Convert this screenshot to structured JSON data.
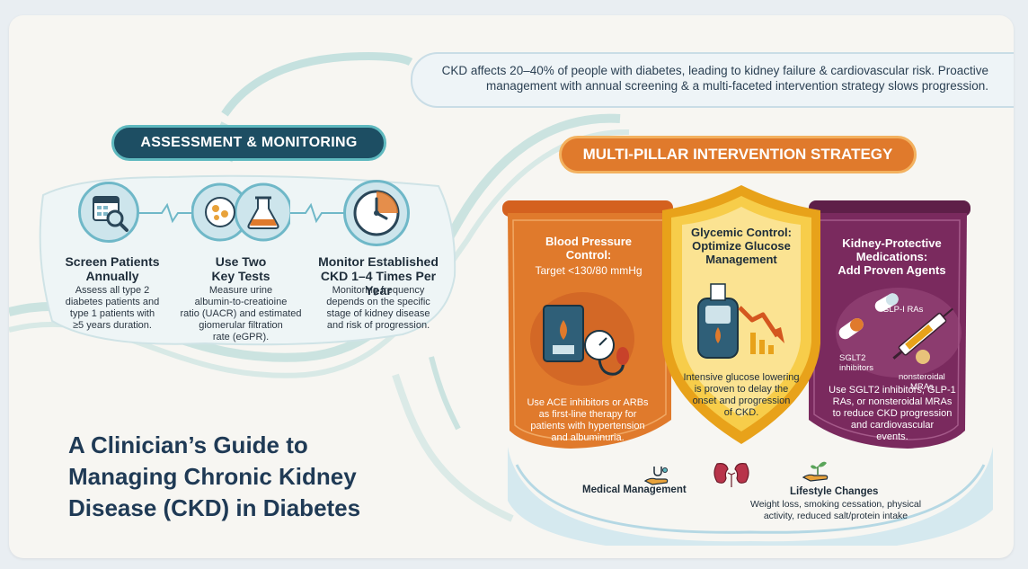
{
  "banner": {
    "line1": "CKD affects 20–40% of people with diabetes, leading to kidney failure & cardiovascular risk. Proactive",
    "line2": "management with annual screening & a multi-faceted intervention strategy slows progression."
  },
  "assessment": {
    "header": "ASSESSMENT & MONITORING",
    "items": [
      {
        "icon": "calendar-search-icon",
        "title1": "Screen Patients",
        "title2": "Annually",
        "body": [
          "Assess all type 2",
          "diabetes patients and",
          "type 1 patients with",
          "≥5 years duration."
        ]
      },
      {
        "icon": "lab-tests-icon",
        "title1": "Use Two",
        "title2": "Key Tests",
        "body": [
          "Measure urine",
          "albumin-to-creatioine",
          "ratio (UACR) and estimated",
          "giomerular filtration",
          "rate (eGPR)."
        ]
      },
      {
        "icon": "clock-icon",
        "title1": "Monitor Established",
        "title2": "CKD 1–4 Times Per Year",
        "body": [
          "Monitoring frequency",
          "depends on the specific",
          "stage of kidney disease",
          "and risk of progression."
        ]
      }
    ]
  },
  "guide_title": [
    "A Clinician’s Guide to",
    "Managing Chronic Kidney",
    "Disease (CKD) in Diabetes"
  ],
  "strategy": {
    "header": "MULTI-PILLAR INTERVENTION STRATEGY",
    "left": {
      "title": [
        "Blood Pressure",
        "Control:"
      ],
      "subtitle": "Target <130/80 mmHg",
      "body": [
        "Use ACE inhibitors or ARBs",
        "as first-line therapy for",
        "patients with hypertension",
        "and albuminuria."
      ]
    },
    "center": {
      "title": [
        "Glycemic Control:",
        "Optimize Glucose",
        "Management"
      ],
      "body": [
        "Intensive glucose lowering",
        "is proven to delay the",
        "onset and progression",
        "of CKD."
      ]
    },
    "right": {
      "title": [
        "Kidney-Protective",
        "Medications:",
        "Add Proven Agents"
      ],
      "labels": {
        "glp": "GLP-I RAs",
        "sglt": [
          "SGLT2",
          "inhibitors"
        ],
        "mra": [
          "nonsteroidal",
          "MRAs"
        ]
      },
      "body": [
        "Use SGLT2 inhibitors, GLP-1",
        "RAs, or nonsteroidal MRAs",
        "to reduce CKD progression",
        "and cardiovascular",
        "events."
      ]
    },
    "footer": {
      "medical": "Medical Management",
      "lifestyle": "Lifestyle Changes",
      "lifestyle_body": [
        "Weight loss, smoking cessation, physical",
        "activity, reduced salt/protein intake"
      ]
    }
  },
  "colors": {
    "navy": "#1d4e63",
    "orange": "#e07a2c",
    "gold": "#f2b62b",
    "purple": "#7a2a5e",
    "teal": "#6fb8c8"
  }
}
